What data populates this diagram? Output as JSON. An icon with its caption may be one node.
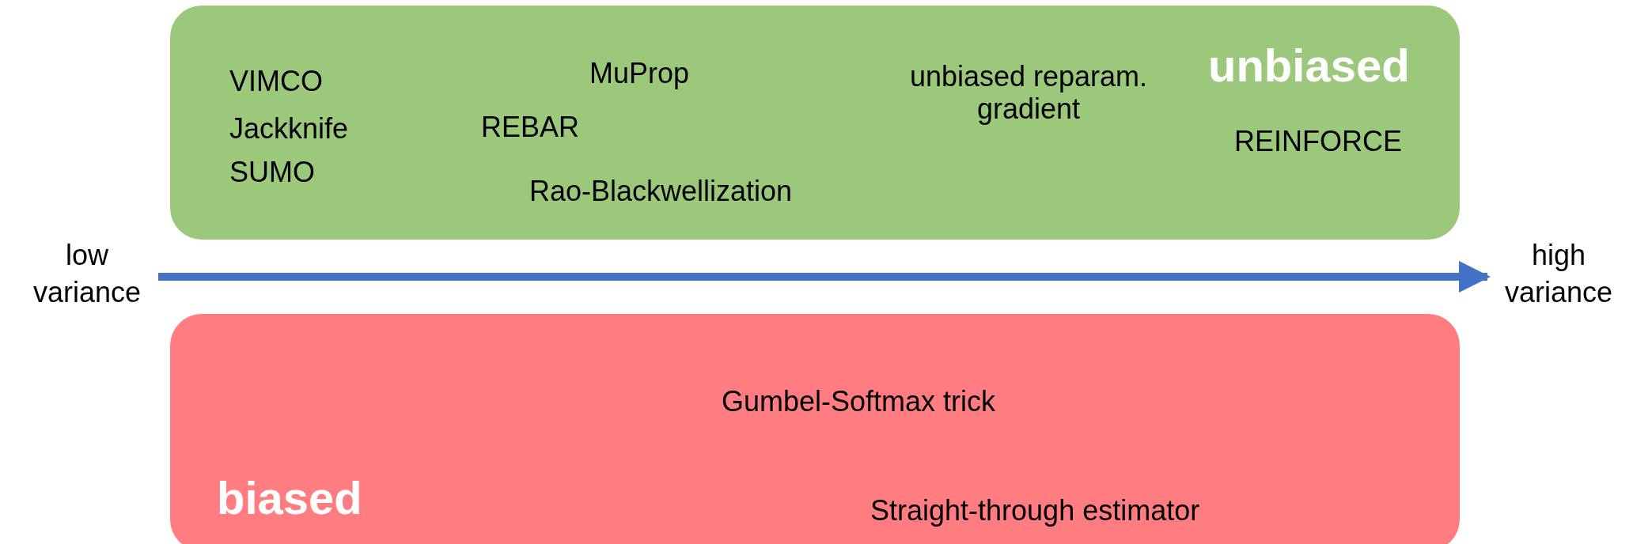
{
  "diagram": {
    "nodes": [
      {
        "text": [
          "unbiased",
          "VIMCO",
          "Jackknife",
          "SUMO",
          "MuProp",
          "REBAR",
          "Rao-Blackwellization",
          "unbiased reparam. gradient",
          "REINFORCE"
        ]
      },
      {
        "text": [
          "biased",
          "Gumbel-Softmax trick",
          "Straight-through estimator"
        ]
      },
      {
        "text": [
          "low variance"
        ]
      },
      {
        "text": [
          "high variance"
        ]
      }
    ],
    "edges": [
      {
        "from": 2,
        "to": 3,
        "arrow": "to"
      }
    ]
  }
}
